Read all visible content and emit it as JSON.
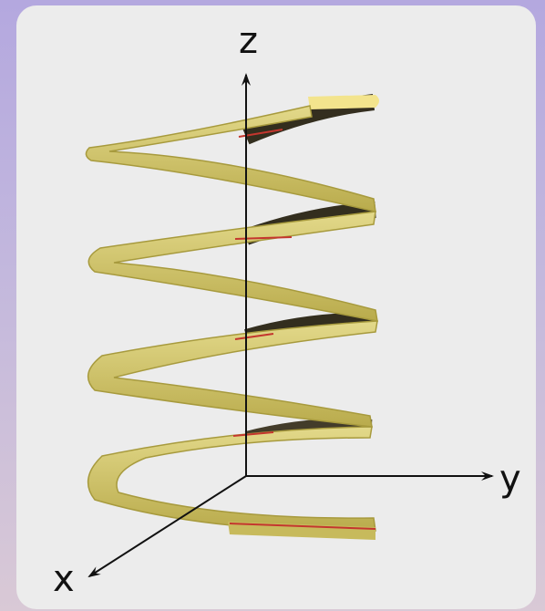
{
  "diagram": {
    "axes": {
      "z_label": "z",
      "y_label": "y",
      "x_label": "x"
    },
    "colors": {
      "panel_background": "#ececec",
      "page_background_top": "#b4a8df",
      "page_background_bottom": "#d9c9d6",
      "ribbon_top": "#d8cb72",
      "ribbon_edge": "#a79a3d",
      "ribbon_underside": "#2a2414",
      "edge_accent": "#c4362e",
      "axis": "#111111"
    },
    "helix": {
      "turns": 4
    }
  }
}
